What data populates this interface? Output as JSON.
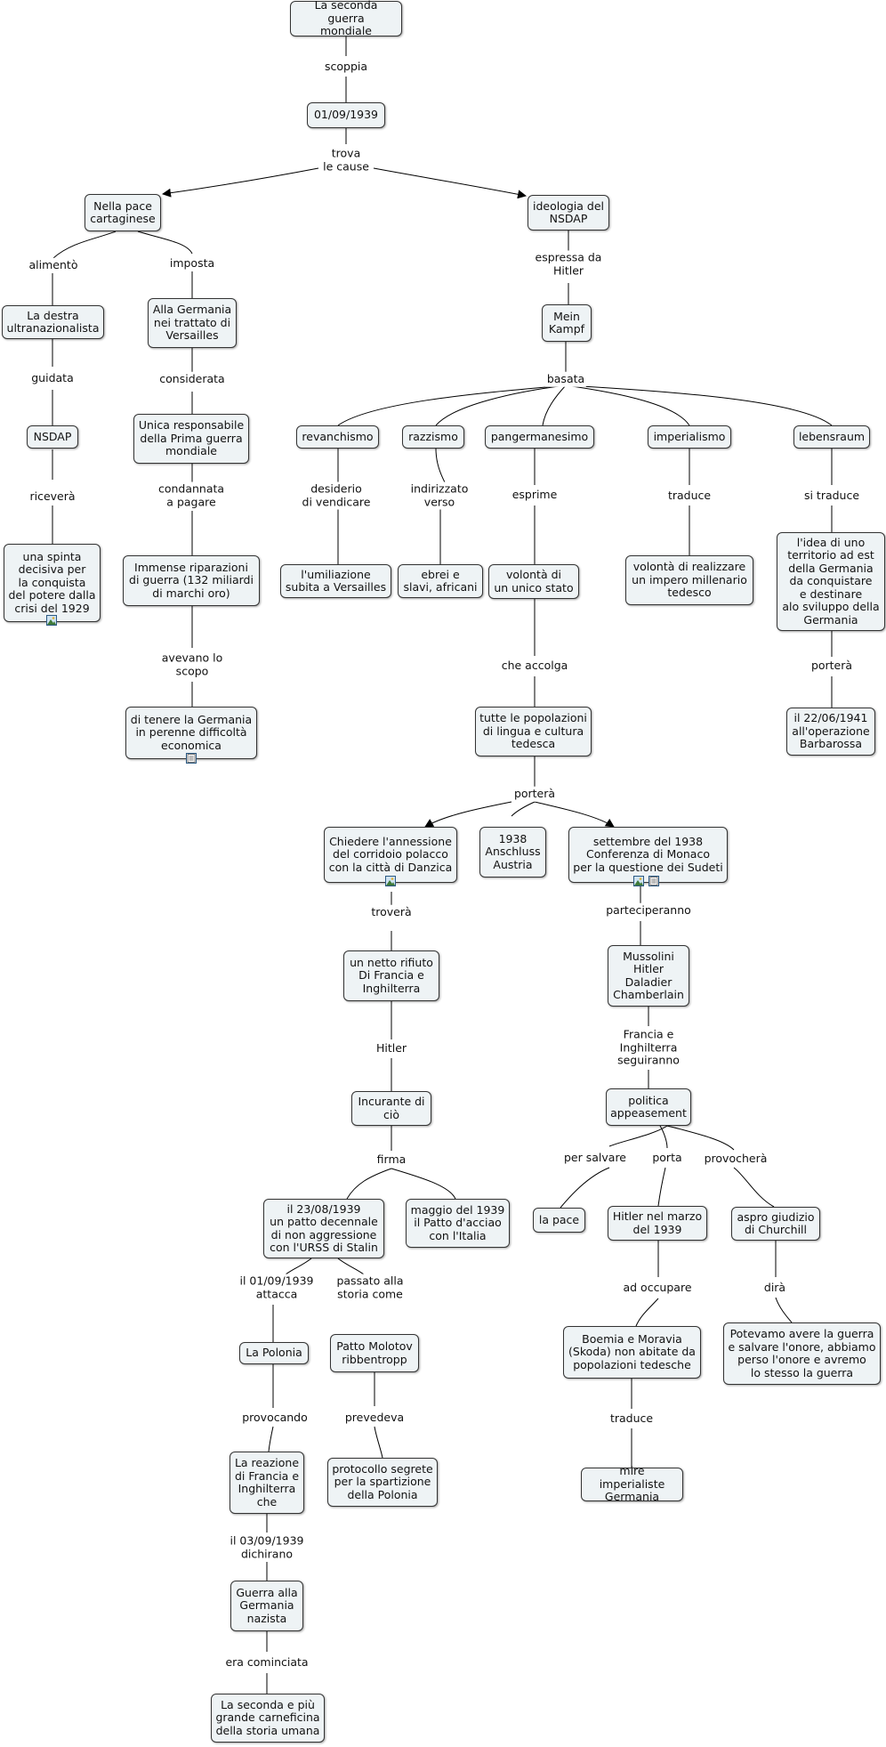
{
  "nodes": {
    "n1": "La seconda guerra\nmondiale",
    "n2": "01/09/1939",
    "n3": "Nella pace\ncartaginese",
    "n4": "ideologia del\nNSDAP",
    "n5": "La destra\nultranazionalista",
    "n6": "Alla Germania\nnei trattato di\nVersailles",
    "n7": "NSDAP",
    "n8": "una spinta\ndecisiva per\nla conquista\ndel potere dalla\ncrisi del 1929",
    "n9": "Unica responsabile\ndella Prima guerra\nmondiale",
    "n10": "Immense riparazioni\ndi guerra (132 miliardi\ndi marchi oro)",
    "n11": "di tenere la Germania\nin perenne difficoltà\neconomica",
    "n12": "Mein\nKampf",
    "n13": "revanchismo",
    "n14": "razzismo",
    "n15": "pangermanesimo",
    "n16": "imperialismo",
    "n17": "lebensraum",
    "n18": "l'umiliazione\nsubita a Versailles",
    "n19": "ebrei e\nslavi, africani",
    "n20": "volontà di\nun unico stato",
    "n21": "volontà di realizzare\nun impero millenario\ntedesco",
    "n22": "l'idea di uno\nterritorio ad est\ndella Germania\nda conquistare\ne destinare\nalo sviluppo della\nGermania",
    "n23": "tutte le popolazioni\ndi lingua e cultura\ntedesca",
    "n24": "il 22/06/1941\nall'operazione\nBarbarossa",
    "n25": "Chiedere l'annessione\ndel corridoio polacco\ncon la città di Danzica",
    "n26": "1938\nAnschluss\nAustria",
    "n27": "settembre del 1938\nConferenza di Monaco\nper la questione dei Sudeti",
    "n28": "un netto rifiuto\nDi Francia e\nInghilterra",
    "n29": "Mussolini\nHitler\nDaladier\nChamberlain",
    "n30": "Incurante di\nciò",
    "n31": "politica\nappeasement",
    "n32": "il 23/08/1939\nun patto decennale\ndi non aggressione\ncon l'URSS di Stalin",
    "n33": "maggio del 1939\nil Patto d'acciao\ncon l'Italia",
    "n34": "la pace",
    "n35": "Hitler nel marzo\ndel 1939",
    "n36": "aspro giudizio\ndi Churchill",
    "n37": "La Polonia",
    "n38": "Patto Molotov\nribbentropp",
    "n39": "Boemia e Moravia\n(Skoda) non abitate da\npopolazioni tedesche",
    "n40": "Potevamo avere la guerra\ne salvare l'onore, abbiamo\nperso l'onore e avremo\nlo stesso la guerra",
    "n41": "La reazione\ndi Francia e\nInghilterra\nche",
    "n42": "protocollo segrete\nper la spartizione\ndella Polonia",
    "n43": "mire imperialiste\nGermania",
    "n44": "Guerra alla\nGermania\nnazista",
    "n45": "La seconda e più\ngrande carneficina\ndella storia umana"
  },
  "links": {
    "l1": "scoppia",
    "l2": "trova\nle cause",
    "l3": "alimentò",
    "l4": "imposta",
    "l5": "espressa da\nHitler",
    "l6": "guidata",
    "l7": "considerata",
    "l8": "basata",
    "l9": "riceverà",
    "l10": "condannata\na pagare",
    "l11": "desiderio\ndi vendicare",
    "l12": "indirizzato\nverso",
    "l13": "esprime",
    "l14": "traduce",
    "l15": "si traduce",
    "l16": "avevano lo\nscopo",
    "l17": "che accolga",
    "l18": "porterà",
    "l19": "porterà",
    "l20": "troverà",
    "l21": "parteciperanno",
    "l22": "Hitler",
    "l23": "Francia e\nInghilterra\nseguiranno",
    "l24": "firma",
    "l25": "per salvare",
    "l26": "porta",
    "l27": "provocherà",
    "l28": "il 01/09/1939\nattacca",
    "l29": "passato alla\nstoria come",
    "l30": "ad occupare",
    "l31": "dirà",
    "l32": "provocando",
    "l33": "prevedeva",
    "l34": "traduce",
    "l35": "il 03/09/1939\ndichirano",
    "l36": "era cominciata"
  },
  "resource_icons": {
    "r1": "image-icon",
    "r2": "document-icon",
    "r3": "image-icon",
    "r4": "image-icon",
    "r5": "document-icon"
  },
  "colors": {
    "node_fill": "#eef3f5",
    "node_border": "#333333",
    "line": "#000000",
    "icon_border": "#2c5a83"
  }
}
